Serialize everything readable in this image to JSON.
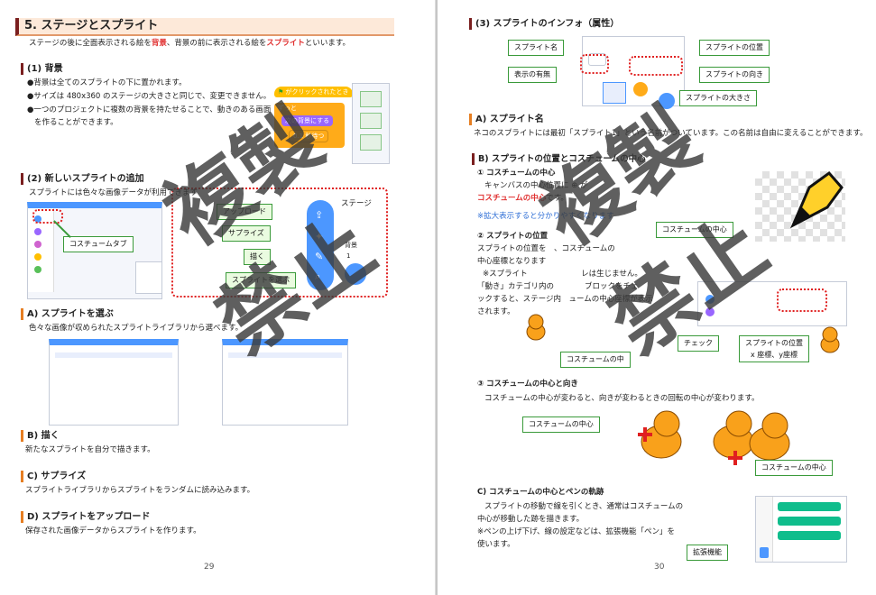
{
  "left": {
    "section_title": "5. ステージとスプライト",
    "intro": {
      "pre": "ステージの後に全面表示される絵を",
      "bg": "背景",
      "mid": "、背景の前に表示される絵を",
      "sp": "スプライト",
      "post": "といいます。"
    },
    "h_background": "(1) 背景",
    "bullet1": "●背景は全てのスプライトの下に置かれます。",
    "bullet2": "●サイズは 480x360 のステージの大きさと同じで、変更できません。",
    "bullet3a": "●一つのプロジェクトに複数の背景を持たせることで、動きのある画面",
    "bullet3b": "を作ることができます。",
    "blocks": {
      "hat": "がクリックされたとき",
      "forever": "ずっと",
      "next": "次の背景にする",
      "wait": "0.1 秒待つ"
    },
    "h_new_sprite": "(2) 新しいスプライトの追加",
    "new_sprite_desc": "スプライトには色々な画像データが利用できます",
    "labels": {
      "costume_tab": "コスチュームタブ",
      "upload": "アップロード",
      "surprise": "サプライズ",
      "paint": "描く",
      "choose": "スプライトを選ぶ",
      "stage": "ステージ",
      "backdrop": "背景",
      "backdrop_count": "1"
    },
    "h_a": "A) スプライトを選ぶ",
    "a_desc": "色々な画像が収められたスプライトライブラリから選べます。",
    "h_b": "B) 描く",
    "b_desc": "新たなスプライトを自分で描きます。",
    "h_c": "C) サプライズ",
    "c_desc": "スプライトライブラリからスプライトをランダムに読み込みます。",
    "h_d": "D) スプライトをアップロード",
    "d_desc": "保存された画像データからスプライトを作ります。",
    "page_number": "29",
    "stamp_line1": "複製",
    "stamp_line2": "禁止"
  },
  "right": {
    "h_info": "(3) スプライトのインフォ（属性）",
    "labels": {
      "sprite_name": "スプライト名",
      "sprite_pos": "スプライトの位置",
      "visible": "表示の有無",
      "direction": "スプライトの向き",
      "size": "スプライトの大きさ"
    },
    "h_a": "A) スプライト名",
    "a_desc": "ネコのスプライトには最初「スプライト1」という名前がついています。この名前は自由に変えることができます。",
    "h_b": "B) スプライトの位置とコスチュームの中心",
    "h_b1": "① コスチュームの中心",
    "b1_line1a": "キャンバスの中心位置に",
    "b1_line1b": "が",
    "b1_line2a": "コスチュームの中心",
    "b1_line2b": "です。",
    "b1_note": "※拡大表示すると分かりやすくなります",
    "costume_center": "コスチュームの中心",
    "h_b2": "② スプライトの位置",
    "b2_line1a": "スプライトの位置を",
    "b2_line1b": "、コスチュームの",
    "b2_line2": "中心座標となります",
    "b2_line3a": "※スプライト",
    "b2_line3b": "レは生じません。",
    "b2_line4a": "「動き」カテゴリ内の",
    "b2_line4b": "ブロックをチェ",
    "b2_line5a": "ックすると、ステージ内",
    "b2_line5b": "ュームの中心座標が表示",
    "b2_line6": "されます。",
    "check": "チェック",
    "sprite_pos_xy_1": "スプライトの位置",
    "sprite_pos_xy_2": "x 座標、y座標",
    "costume_center_short": "コスチュームの中",
    "h_b3": "③ コスチュームの中心と向き",
    "b3_desc": "コスチュームの中心が変わると、向きが変わるときの回転の中心が変わります。",
    "h_c": "C) コスチュームの中心とペンの軌跡",
    "c_line1": "スプライトの移動で線を引くとき、通常はコスチュームの",
    "c_line2": "中心が移動した跡を描きます。",
    "c_line3": "※ペンの上げ下げ、線の設定などは、拡張機能「ペン」を",
    "c_line4": "使います。",
    "extension": "拡張機能",
    "page_number": "30",
    "stamp_line1": "複製",
    "stamp_line2": "禁止"
  },
  "colors": {
    "accent_red": "#e03030",
    "title_bg": "#fde9d9",
    "callout_green": "#3a9a3a",
    "scratch_blue": "#4c97ff"
  }
}
